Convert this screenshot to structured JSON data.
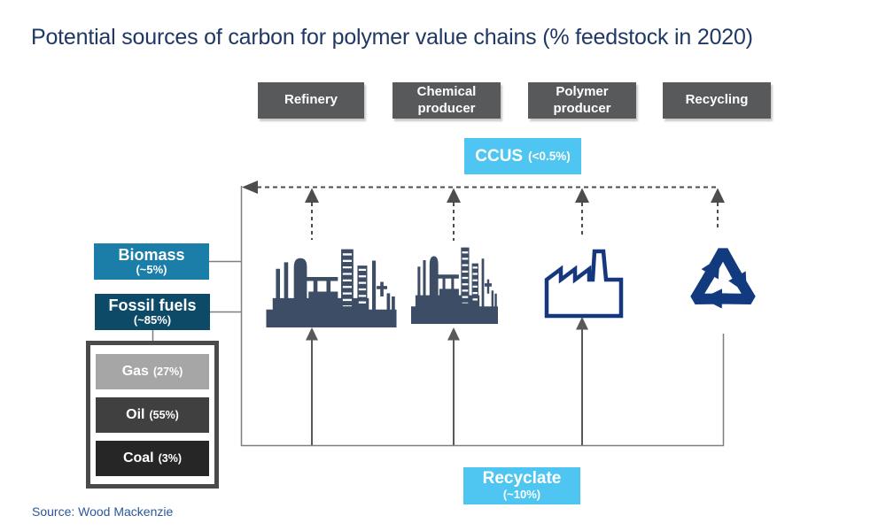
{
  "title": "Potential sources of carbon for polymer value chains (% feedstock in 2020)",
  "stages": [
    {
      "label": "Refinery"
    },
    {
      "label": "Chemical producer"
    },
    {
      "label": "Polymer producer"
    },
    {
      "label": "Recycling"
    }
  ],
  "ccus": {
    "name": "CCUS",
    "share": "(<0.5%)"
  },
  "feedstocks": {
    "biomass": {
      "name": "Biomass",
      "share": "(~5%)"
    },
    "fossil": {
      "name": "Fossil fuels",
      "share": "(~85%)"
    }
  },
  "fossil_breakdown": [
    {
      "name": "Gas",
      "share": "(27%)"
    },
    {
      "name": "Oil",
      "share": "(55%)"
    },
    {
      "name": "Coal",
      "share": "(3%)"
    }
  ],
  "recyclate": {
    "name": "Recyclate",
    "share": "(~10%)"
  },
  "source": "Source: Wood Mackenzie",
  "icons": {
    "refinery": "refinery-plant-icon",
    "chemical": "chemical-plant-icon",
    "polymer": "factory-outline-icon",
    "recycling": "recycling-arrows-icon"
  },
  "colors": {
    "title_text": "#1F3864",
    "stage_box": "#58595B",
    "ccus_box": "#4EC6F1",
    "recyclate_box": "#4EC6F1",
    "biomass_box": "#1A7EA8",
    "fossil_box": "#0C4A68",
    "gas_box": "#A6A6A6",
    "oil_box": "#404040",
    "coal_box": "#262626",
    "plant_icon": "#3D4D66",
    "outline_icon": "#14377D",
    "line_gray": "#7F7F7F",
    "arrow_gray": "#4D4D4D"
  }
}
